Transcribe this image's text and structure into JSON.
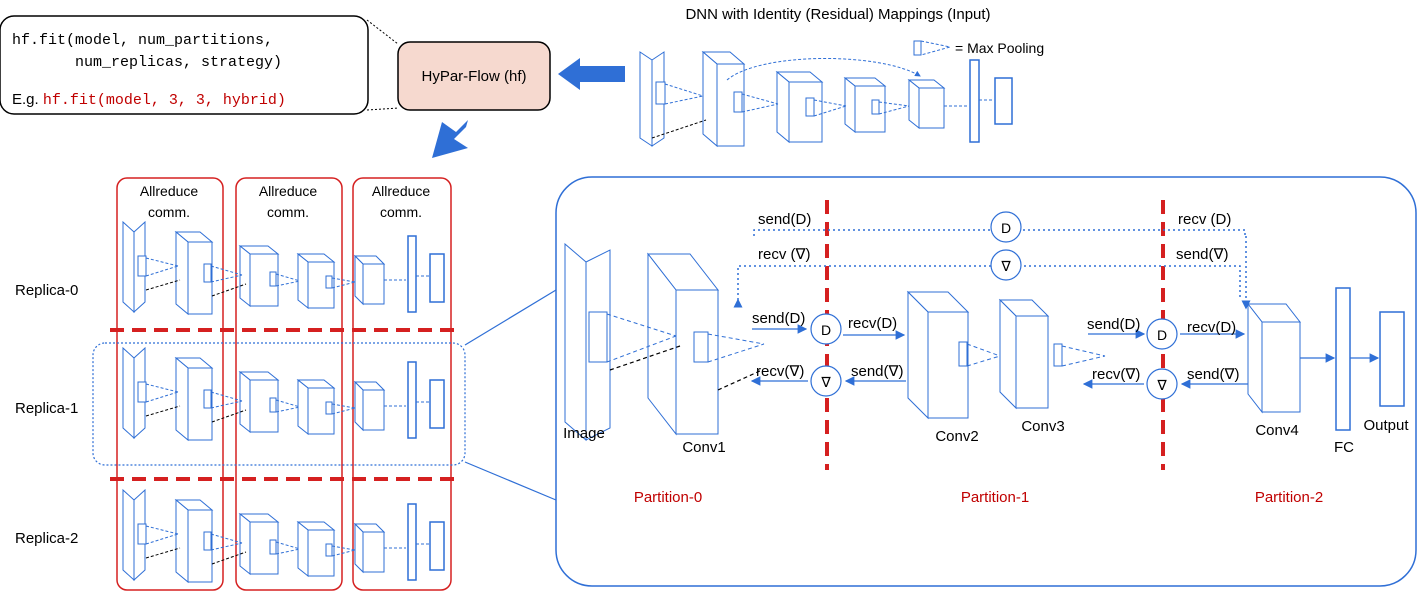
{
  "code_box": {
    "line1": "hf.fit(model, num_partitions,",
    "line2": "       num_replicas, strategy)",
    "example_prefix": "E.g. ",
    "example_call": "hf.fit(model, 3, 3, hybrid)"
  },
  "hyparflow": {
    "label": "HyPar-Flow (hf)"
  },
  "input_dnn": {
    "title": "DNN with Identity (Residual) Mappings (Input)",
    "legend": "= Max Pooling"
  },
  "allreduce": [
    {
      "line1": "Allreduce",
      "line2": "comm."
    },
    {
      "line1": "Allreduce",
      "line2": "comm."
    },
    {
      "line1": "Allreduce",
      "line2": "comm."
    }
  ],
  "replicas": [
    "Replica-0",
    "Replica-1",
    "Replica-2"
  ],
  "partitioned_view": {
    "layers": [
      "Image",
      "Conv1",
      "Conv2",
      "Conv3",
      "Conv4",
      "FC",
      "Output"
    ],
    "partitions": [
      "Partition-0",
      "Partition-1",
      "Partition-2"
    ],
    "messages": {
      "send_D_top": "send(D)",
      "recv_grad_top": "recv (∇)",
      "recv_D_top": "recv (D)",
      "send_grad_top": "send(∇)",
      "send_D_p0": "send(D)",
      "recv_grad_p0": "recv(∇)",
      "recv_D_p1": "recv(D)",
      "send_grad_p1": "send(∇)",
      "send_D_p1": "send(D)",
      "recv_grad_p1": "recv(∇)",
      "recv_D_p2": "recv(D)",
      "send_grad_p2": "send(∇)",
      "D_symbol": "D",
      "grad_symbol": "∇"
    }
  },
  "colors": {
    "blue": "#2f6fd6",
    "red": "#cc0000",
    "peach": "#f6d9cf",
    "dashed_red": "#d52020"
  }
}
